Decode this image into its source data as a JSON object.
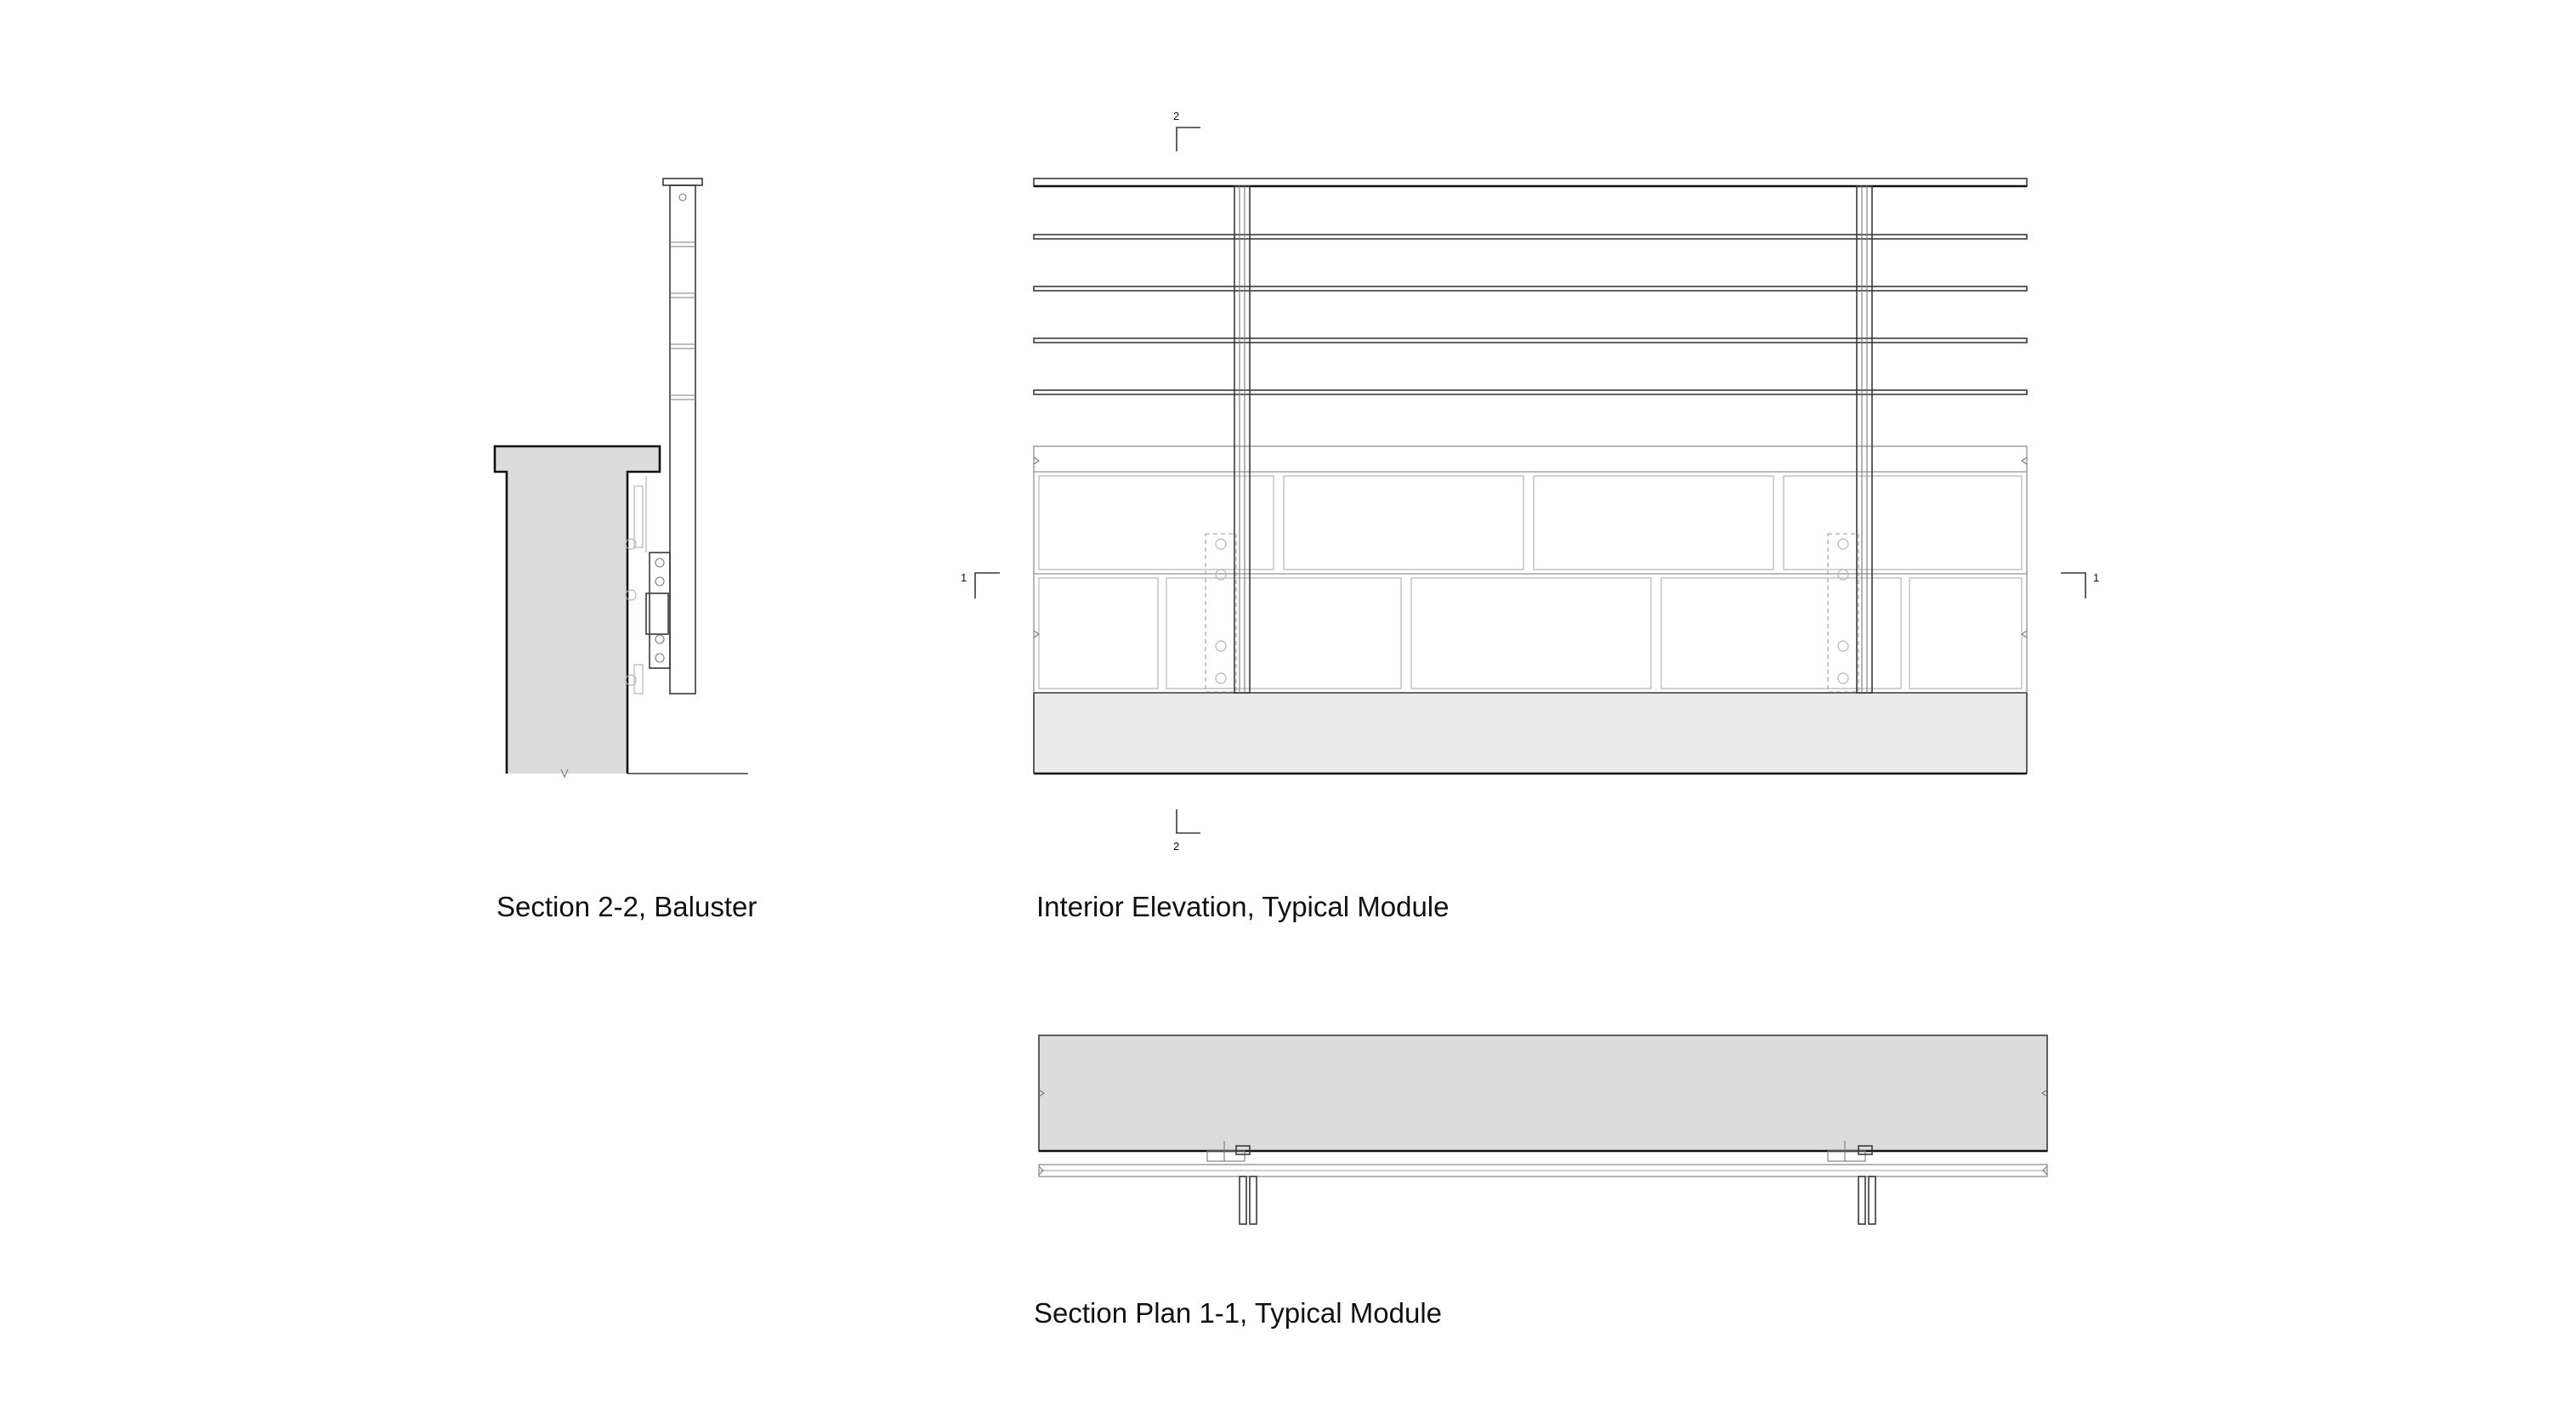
{
  "captions": {
    "section_2_2": "Section 2-2, Baluster",
    "interior_elevation": "Interior Elevation, Typical Module",
    "section_plan_1_1": "Section Plan 1-1, Typical Module"
  },
  "markers": {
    "section_2_top": "2",
    "section_2_bottom": "2",
    "section_1_left": "1",
    "section_1_right": "1"
  },
  "colors": {
    "line": "#3a3a3a",
    "wall_fill": "#dcdcdc",
    "base_fill": "#ebebeb",
    "text": "#111111"
  }
}
